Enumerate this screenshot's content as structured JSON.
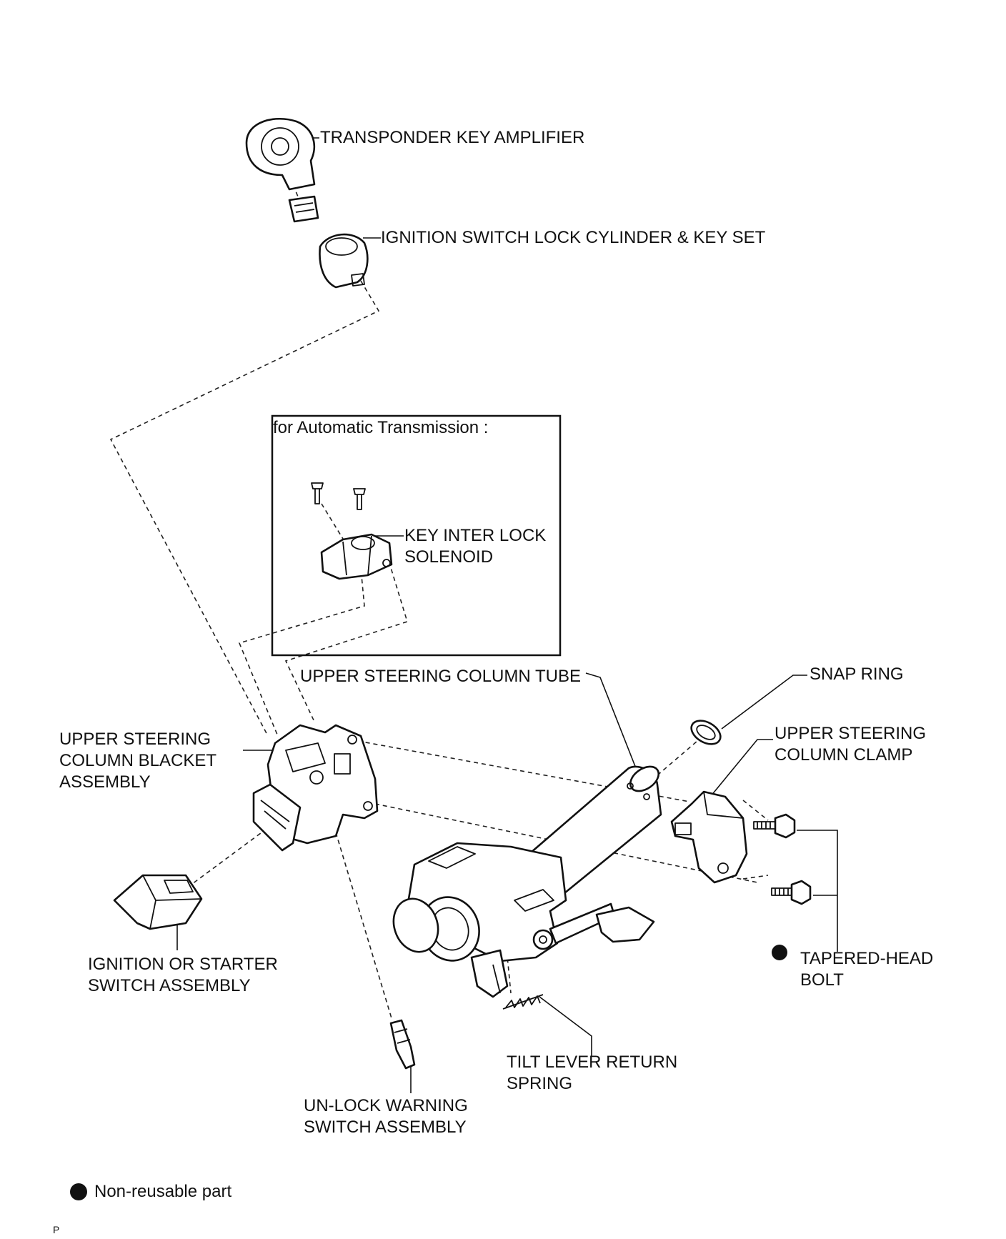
{
  "labels": {
    "transponder": "TRANSPONDER KEY AMPLIFIER",
    "lock_cylinder": "IGNITION SWITCH LOCK CYLINDER & KEY SET",
    "at_box_title": "for Automatic   Transmission  :",
    "solenoid_line1": "KEY INTER LOCK",
    "solenoid_line2": "SOLENOID",
    "column_tube": "UPPER STEERING COLUMN TUBE",
    "snap_ring": "SNAP RING",
    "clamp_line1": "UPPER STEERING",
    "clamp_line2": "COLUMN CLAMP",
    "bracket_line1": "UPPER STEERING",
    "bracket_line2": "COLUMN BLACKET",
    "bracket_line3": "ASSEMBLY",
    "ignition_line1": "IGNITION OR STARTER",
    "ignition_line2": "SWITCH ASSEMBLY",
    "bolt_line1": "TAPERED-HEAD",
    "bolt_line2": "BOLT",
    "spring_line1": "TILT LEVER RETURN",
    "spring_line2": "SPRING",
    "unlock_line1": "UN-LOCK WARNING",
    "unlock_line2": "SWITCH ASSEMBLY",
    "legend_text": "Non-reusable part",
    "corner_mark": "P"
  },
  "colors": {
    "ink": "#111111",
    "background": "#ffffff"
  },
  "icons": {
    "non_reusable": "filled-circle-icon"
  }
}
